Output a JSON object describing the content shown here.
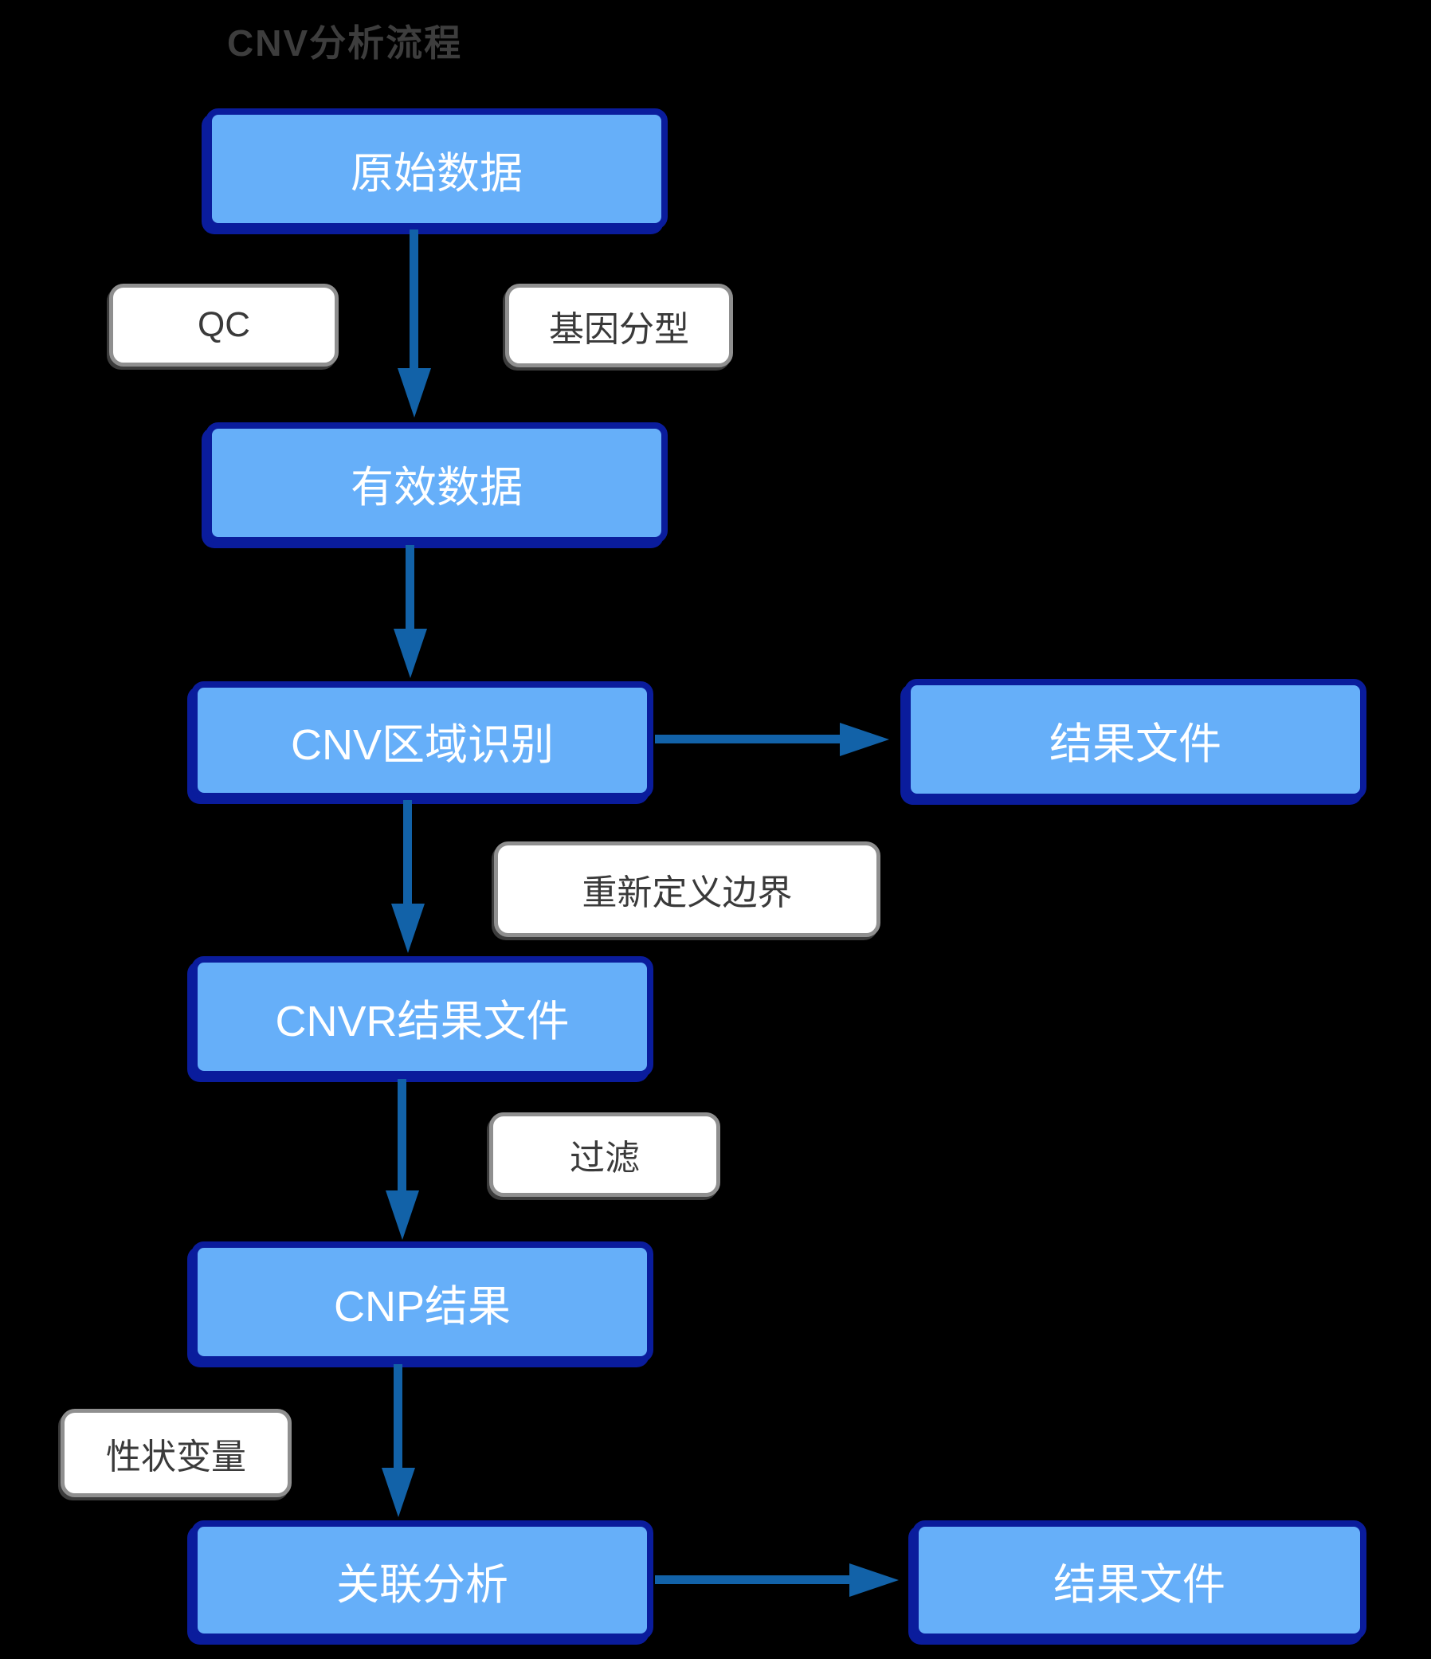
{
  "title": "CNV分析流程",
  "nodes": {
    "raw_data": {
      "label": "原始数据"
    },
    "valid_data": {
      "label": "有效数据"
    },
    "cnv_region": {
      "label": "CNV区域识别"
    },
    "result_file_top": {
      "label": "结果文件"
    },
    "cnvr_result": {
      "label": "CNVR结果文件"
    },
    "cnp_result": {
      "label": "CNP结果"
    },
    "association": {
      "label": "关联分析"
    },
    "result_file_bottom": {
      "label": "结果文件"
    }
  },
  "edge_labels": {
    "qc": "QC",
    "genotyping": "基因分型",
    "redefine_boundary": "重新定义边界",
    "filter": "过滤",
    "trait_variable": "性状变量"
  },
  "colors": {
    "background": "#000000",
    "title_text": "#3D3D3D",
    "node_fill": "#66AFF9",
    "node_border": "#0A1C9C",
    "node_text": "#FFFFFF",
    "label_fill": "#FFFFFF",
    "label_border": "#8F8F8F",
    "label_text": "#3A3A3A",
    "arrow": "#1262A8"
  }
}
